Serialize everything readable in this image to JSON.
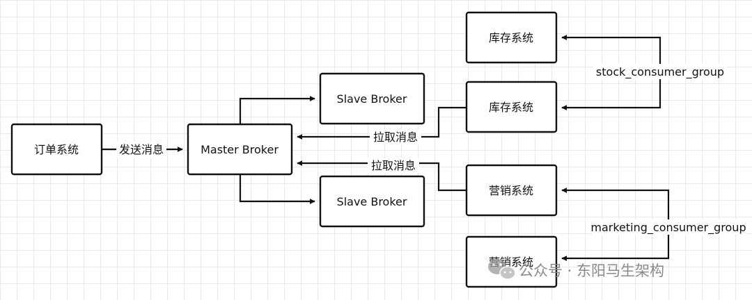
{
  "nodes": {
    "order": "订单系统",
    "master": "Master Broker",
    "slave_top": "Slave Broker",
    "slave_bottom": "Slave Broker",
    "stock_1": "库存系统",
    "stock_2": "库存系统",
    "marketing_1": "营销系统",
    "marketing_2": "营销系统"
  },
  "edges": {
    "send": "发送消息",
    "pull_stock": "拉取消息",
    "pull_marketing": "拉取消息"
  },
  "groups": {
    "stock": "stock_consumer_group",
    "marketing": "marketing_consumer_group"
  },
  "watermark": {
    "text": "公众号 · 东阳马生架构",
    "icon": "wechat-icon"
  },
  "colors": {
    "stroke": "#111111",
    "grid": "#e9e9e9",
    "watermark": "#8a8a8a"
  }
}
